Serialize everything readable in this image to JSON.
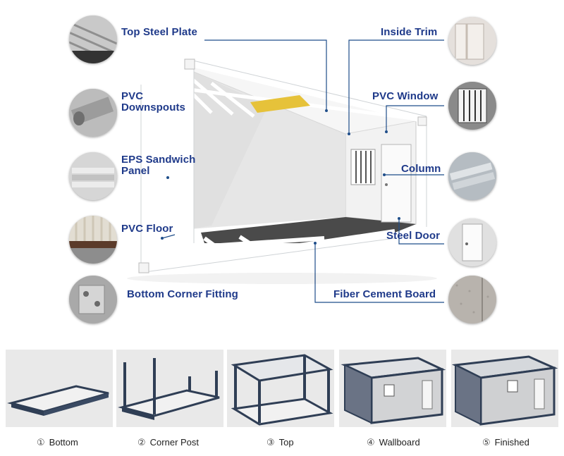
{
  "callouts": {
    "top_steel_plate": "Top Steel Plate",
    "pvc_downspouts": [
      "PVC",
      "Downspouts"
    ],
    "eps_sandwich_panel": [
      "EPS Sandwich",
      "Panel"
    ],
    "pvc_floor": "PVC Floor",
    "bottom_corner_fitting": "Bottom Corner Fitting",
    "inside_trim": "Inside Trim",
    "pvc_window": "PVC Window",
    "column": "Column",
    "steel_door": "Steel Door",
    "fiber_cement_board": "Fiber Cement Board"
  },
  "steps": [
    {
      "num": "①",
      "label": "Bottom"
    },
    {
      "num": "②",
      "label": "Corner Post"
    },
    {
      "num": "③",
      "label": "Top"
    },
    {
      "num": "④",
      "label": "Wallboard"
    },
    {
      "num": "⑤",
      "label": "Finished"
    }
  ],
  "colors": {
    "callout_text": "#1f3a8a",
    "leader_line": "#1f4e8a",
    "frame_dark": "#2f3e55",
    "background": "#ffffff"
  }
}
